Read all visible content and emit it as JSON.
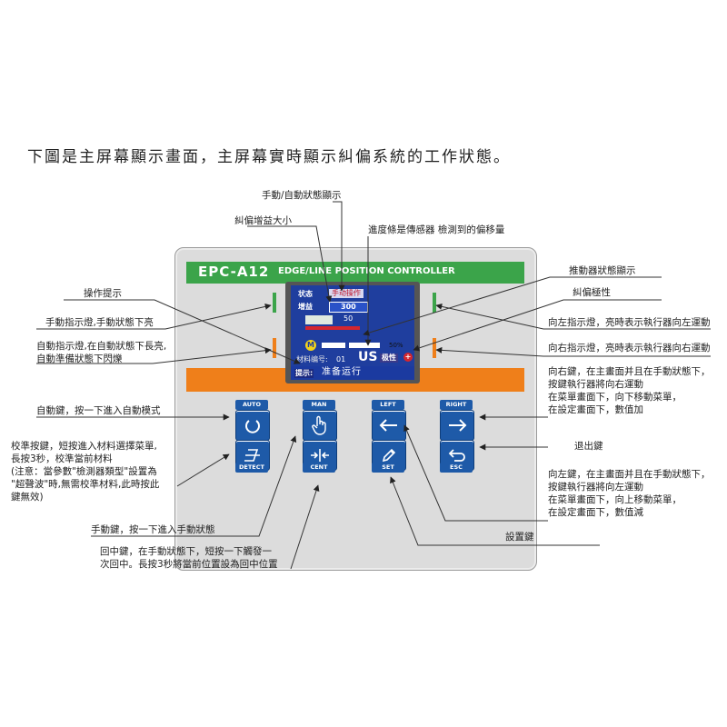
{
  "heading": "下圖是主屏幕顯示畫面，主屏幕實時顯示糾偏系統的工作狀態。",
  "device": {
    "model": "EPC-A12",
    "subtitle": "EDGE/LINE POSITION CONTROLLER",
    "screen": {
      "status_label": "状态",
      "status_value": "手动操作",
      "gain_label": "增益",
      "gain_value": "300",
      "offset_value": "50",
      "percent": "50%",
      "material_label": "材料编号:",
      "material_value": "01",
      "sensor_type": "US",
      "polarity_label": "极性",
      "polarity_symbol": "+",
      "hint_label": "提示:",
      "hint_value": "准备运行",
      "motor_symbol": "M"
    },
    "buttons": {
      "auto": "AUTO",
      "man": "MAN",
      "left": "LEFT",
      "right": "RIGHT",
      "detect": "DETECT",
      "cent": "CENT",
      "set": "SET",
      "esc": "ESC"
    },
    "colors": {
      "green_bar": "#3ba44a",
      "orange_bar": "#ef7f1a",
      "button_blue": "#1e5aa8",
      "screen_blue": "#1f3e9e"
    }
  },
  "labels": {
    "mode_display": "手動/自動狀態顯示",
    "gain": "糾偏增益大小",
    "progress": "進度條是傳感器  檢測到的偏移量",
    "actuator_status": "推動器狀態顯示",
    "polarity": "糾偏極性",
    "operation_hint": "操作提示",
    "manual_lamp": "手動指示燈,手動狀態下亮",
    "auto_lamp": "自動指示燈,在自動狀態下長亮,\n自動準備狀態下閃爍",
    "left_lamp": "向左指示燈，亮時表示執行器向左運動",
    "right_lamp": "向右指示燈，亮時表示執行器向右運動",
    "right_key": "向右鍵，在主畫面并且在手動狀態下，\n按鍵執行器將向右運動\n在菜單畫面下，向下移動菜單，\n在設定畫面下，數值加",
    "auto_key": "自動鍵，按一下進入自動模式",
    "calib_key": "校準按鍵，短按進入材料選擇菜單,\n長按3秒，校準當前材料\n(注意：當參數\"檢測器類型\"設置為\n\"超聲波\"時,無需校準材料,此時按此\n鍵無效)",
    "esc_key": "退出鍵",
    "left_key": "向左鍵，在主畫面并且在手動狀態下，\n按鍵執行器將向左運動\n在菜單畫面下，向上移動菜單，\n在設定畫面下，數值減",
    "man_key": "手動鍵，按一下進入手動狀態",
    "set_key": "設置鍵",
    "cent_key": "回中鍵，在手動狀態下，短按一下觸發一\n次回中。長按3秒將當前位置設為回中位置"
  }
}
